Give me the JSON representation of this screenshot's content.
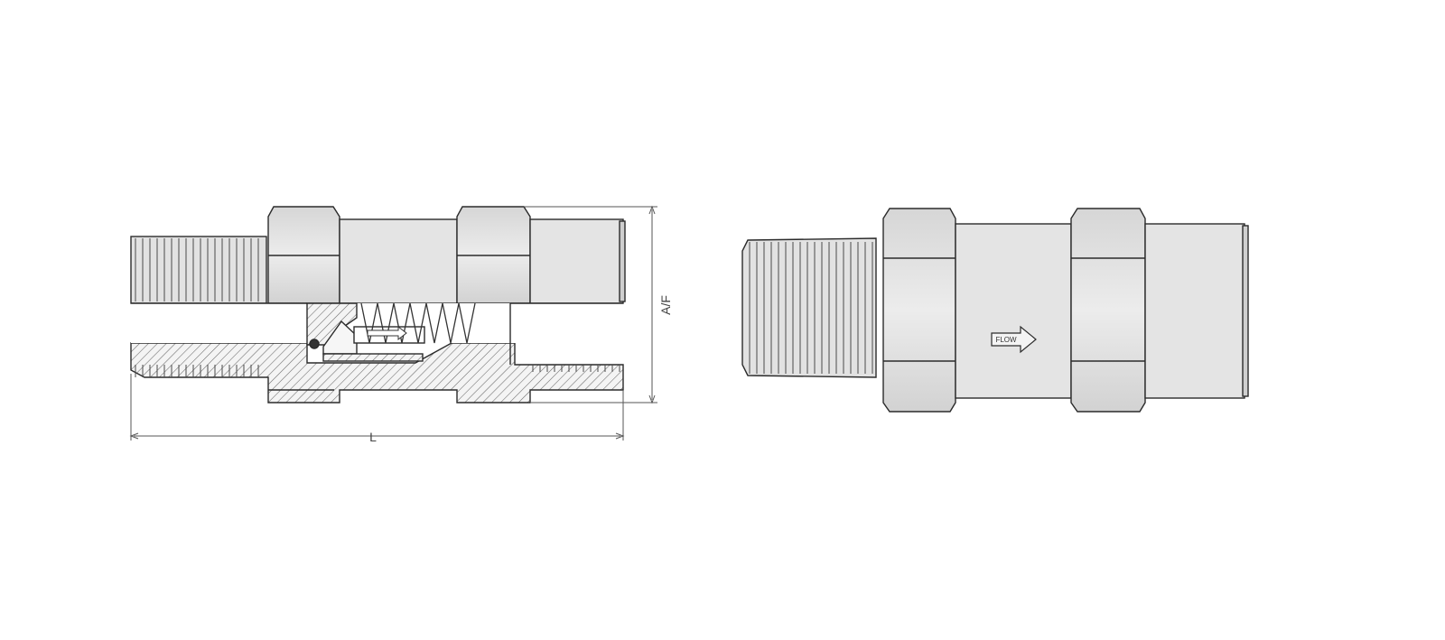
{
  "dimension_labels": {
    "length": "L",
    "across_flats": "A/F"
  },
  "flow_marking": "FLOW",
  "colors": {
    "background": "#ffffff",
    "steel_fill": "#e4e4e4",
    "steel_light": "#ececec",
    "outline": "#2b2b2b",
    "hatch": "#6a6a6a"
  }
}
